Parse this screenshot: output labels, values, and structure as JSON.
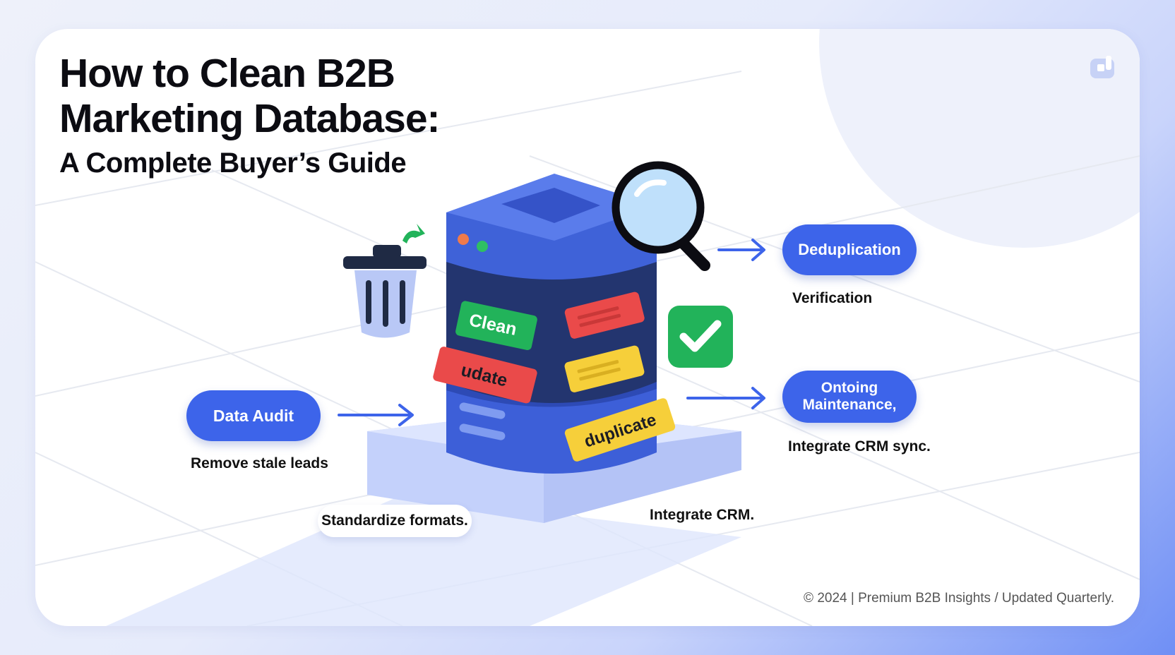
{
  "title_line1": "How to Clean B2B",
  "title_line2": "Marketing Database:",
  "subtitle": "A Complete Buyer’s Guide",
  "server_labels": {
    "clean": "Clean",
    "update": "udate",
    "duplicate": "duplicate"
  },
  "steps": {
    "data_audit": "Data Audit",
    "deduplication": "Deduplication",
    "ongoing_line1": "Ontoing",
    "ongoing_line2": "Maintenance,"
  },
  "captions": {
    "remove_stale": "Remove stale leads",
    "verification": "Verification",
    "integrate_crm_sync": "Integrate CRM sync.",
    "standardize": "Standardize formats.",
    "integrate_crm": "Integrate CRM."
  },
  "footer": "© 2024 | Premium B2B Insights / Updated Quarterly.",
  "icons": [
    "trash-icon",
    "magnifier-icon",
    "checkmark-icon",
    "arrow-right-icon",
    "logo-icon",
    "database-server-icon"
  ],
  "colors": {
    "accent_blue": "#3d64ea",
    "green": "#22b35a",
    "red": "#ea4a4a",
    "yellow": "#f6cf3a",
    "navy": "#243a7a"
  }
}
